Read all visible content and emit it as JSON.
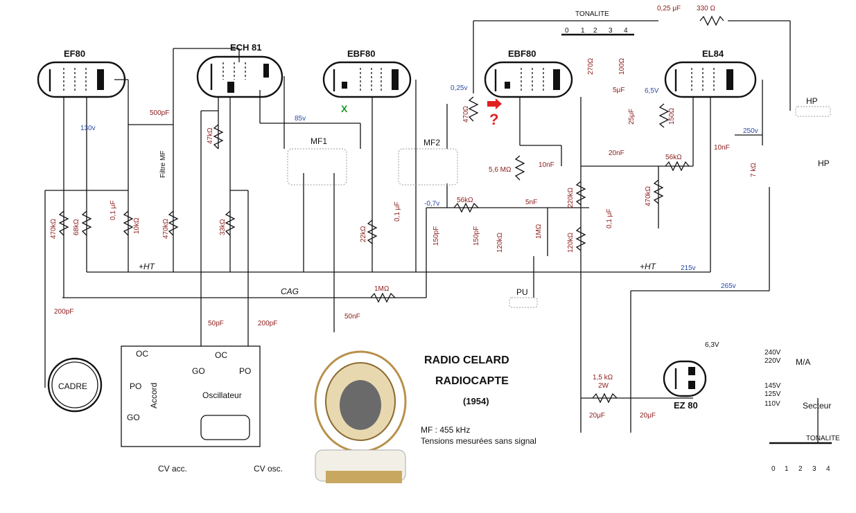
{
  "tubes": {
    "ef80": "EF80",
    "ech81": "ECH 81",
    "ebf80_1": "EBF80",
    "ebf80_2": "EBF80",
    "el84": "EL84",
    "ez80": "EZ 80"
  },
  "title": {
    "line1": "RADIO  CELARD",
    "line2": "RADIOCAPTE",
    "year": "(1954)",
    "note1": "MF : 455 kHz",
    "note2": "Tensions mesurées sans signal"
  },
  "tonalite": {
    "label_top": "TONALITE",
    "label_bottom": "TONALITE",
    "positions": [
      "0",
      "1",
      "2",
      "3",
      "4"
    ]
  },
  "voltages": {
    "v130": "130v",
    "v85": "85v",
    "v025": "0,25v",
    "v65": "6,5V",
    "v250": "250v",
    "vm07": "-0,7v",
    "v215": "215v",
    "v265": "265v"
  },
  "components": {
    "c500pf": "500pF",
    "filtre_mf": "Filtre MF",
    "r47k_ech": "47kΩ",
    "mf1": "MF1",
    "mf2": "MF2",
    "r470_ebf": "470Ω",
    "r56m": "5,6 MΩ",
    "c10nf_a": "10nF",
    "r270": "270Ω",
    "r100": "100Ω",
    "c5uf": "5μF",
    "c025uf": "0,25 μF",
    "r330": "330 Ω",
    "c25uf": "25μF",
    "r150": "150Ω",
    "c20nf": "20nF",
    "r56k_el": "56kΩ",
    "r470k_el": "470kΩ",
    "c10nf_b": "10nF",
    "t7k": "7 kΩ",
    "hp": "HP",
    "hp2": "HP",
    "r470k_1": "470kΩ",
    "r68k": "68kΩ",
    "c01_1": "0,1 μF",
    "r10k": "10kΩ",
    "r470k_2": "470kΩ",
    "r33k": "33kΩ",
    "r22k": "22kΩ",
    "c01_2": "0,1 μF",
    "r56k_det": "56kΩ",
    "c150_1": "150pF",
    "c150_2": "150pF",
    "r120k_d": "120kΩ",
    "c5nf": "5nF",
    "r1m_pot": "1MΩ",
    "r220k": "220kΩ",
    "c01_3": "0,1 μF",
    "r120k_b": "120kΩ",
    "ht_left": "+HT",
    "ht_right": "+HT",
    "cag": "CAG",
    "r1m_cag": "1MΩ",
    "c50nf": "50nF",
    "c200_left": "200pF",
    "c50pf": "50pF",
    "c200_osc": "200pF",
    "pu": "PU",
    "r15k": "1,5 kΩ",
    "r15k_w": "2W",
    "c20uf_a": "20μF",
    "c20uf_b": "20μF",
    "v63": "6,3V",
    "v240": "240V",
    "v220": "220V",
    "v145": "145V",
    "v125": "125V",
    "v110": "110V",
    "ma": "M/A",
    "secteur": "Secteur"
  },
  "block": {
    "cadre": "CADRE",
    "oc1": "OC",
    "po1": "PO",
    "go1": "GO",
    "accord": "Accord",
    "go2": "GO",
    "oc2": "OC",
    "po2": "PO",
    "oscillateur": "Oscillateur",
    "cv_acc": "CV acc.",
    "cv_osc": "CV osc."
  },
  "marks": {
    "x": "X",
    "question": "?"
  },
  "colors": {
    "values": "#8b1a1a",
    "voltages": "#2a4aa8",
    "mark_x": "#1a9a2a",
    "mark_q": "#e02020"
  }
}
